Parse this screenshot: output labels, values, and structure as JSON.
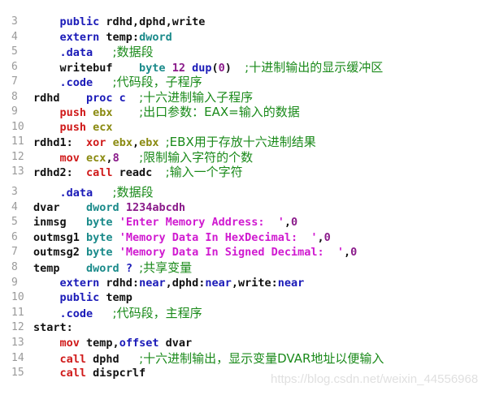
{
  "colors": {
    "keyword_blue": "#1a1ab8",
    "register_olive": "#8a8a10",
    "number_purple": "#8a1a8a",
    "string_magenta": "#d01ad0",
    "type_teal": "#1a8a8a",
    "instr_red": "#d01a1a",
    "comment_green": "#1a8a1a",
    "ident_black": "#111111",
    "line_number_gray": "#9a9a9a"
  },
  "block1": {
    "lines": [
      {
        "n": "3",
        "tokens": [
          [
            "    ",
            "i"
          ],
          [
            "public",
            "k"
          ],
          [
            " rdhd,dphd,write",
            "i"
          ]
        ]
      },
      {
        "n": "4",
        "tokens": [
          [
            "    ",
            "i"
          ],
          [
            "extern",
            "k"
          ],
          [
            " temp:",
            "i"
          ],
          [
            "dword",
            "t"
          ]
        ]
      },
      {
        "n": "5",
        "tokens": [
          [
            "    ",
            "i"
          ],
          [
            ".data",
            "k"
          ],
          [
            "   ",
            "i"
          ],
          [
            ";数据段",
            "c"
          ]
        ]
      },
      {
        "n": "6",
        "tokens": [
          [
            "    writebuf    ",
            "i"
          ],
          [
            "byte",
            "t"
          ],
          [
            " ",
            "i"
          ],
          [
            "12",
            "n"
          ],
          [
            " ",
            "i"
          ],
          [
            "dup",
            "k"
          ],
          [
            "(",
            "i"
          ],
          [
            "0",
            "n"
          ],
          [
            ")  ",
            "i"
          ],
          [
            ";十进制输出的显示缓冲区",
            "c"
          ]
        ]
      },
      {
        "n": "7",
        "tokens": [
          [
            "    ",
            "i"
          ],
          [
            ".code",
            "k"
          ],
          [
            "   ",
            "i"
          ],
          [
            ";代码段，子程序",
            "c"
          ]
        ]
      },
      {
        "n": "8",
        "tokens": [
          [
            "rdhd    ",
            "i"
          ],
          [
            "proc c",
            "k"
          ],
          [
            "  ",
            "i"
          ],
          [
            ";十六进制输入子程序",
            "c"
          ]
        ]
      },
      {
        "n": "9",
        "tokens": [
          [
            "    ",
            "i"
          ],
          [
            "push",
            "r"
          ],
          [
            " ",
            "i"
          ],
          [
            "ebx",
            "g"
          ],
          [
            "    ",
            "i"
          ],
          [
            ";出口参数：EAX=输入的数据",
            "c"
          ]
        ]
      },
      {
        "n": "10",
        "tokens": [
          [
            "    ",
            "i"
          ],
          [
            "push",
            "r"
          ],
          [
            " ",
            "i"
          ],
          [
            "ecx",
            "g"
          ]
        ]
      },
      {
        "n": "11",
        "tokens": [
          [
            "rdhd1:  ",
            "i"
          ],
          [
            "xor",
            "r"
          ],
          [
            " ",
            "i"
          ],
          [
            "ebx",
            "g"
          ],
          [
            ",",
            "i"
          ],
          [
            "ebx",
            "g"
          ],
          [
            " ",
            "i"
          ],
          [
            ";EBX用于存放十六进制结果",
            "c"
          ]
        ]
      },
      {
        "n": "12",
        "tokens": [
          [
            "    ",
            "i"
          ],
          [
            "mov",
            "r"
          ],
          [
            " ",
            "i"
          ],
          [
            "ecx",
            "g"
          ],
          [
            ",",
            "i"
          ],
          [
            "8",
            "n"
          ],
          [
            "   ",
            "i"
          ],
          [
            ";限制输入字符的个数",
            "c"
          ]
        ]
      },
      {
        "n": "13",
        "tokens": [
          [
            "rdhd2:  ",
            "i"
          ],
          [
            "call",
            "r"
          ],
          [
            " readc  ",
            "i"
          ],
          [
            ";输入一个字符",
            "c"
          ]
        ]
      }
    ]
  },
  "block2": {
    "lines": [
      {
        "n": "3",
        "tokens": [
          [
            "    ",
            "i"
          ],
          [
            ".data",
            "k"
          ],
          [
            "   ",
            "i"
          ],
          [
            ";数据段",
            "c"
          ]
        ]
      },
      {
        "n": "4",
        "tokens": [
          [
            "dvar    ",
            "i"
          ],
          [
            "dword",
            "t"
          ],
          [
            " ",
            "i"
          ],
          [
            "1234abcdh",
            "n"
          ]
        ]
      },
      {
        "n": "5",
        "tokens": [
          [
            "inmsg   ",
            "i"
          ],
          [
            "byte",
            "t"
          ],
          [
            " ",
            "i"
          ],
          [
            "'Enter Memory Address:  '",
            "s"
          ],
          [
            ",",
            "i"
          ],
          [
            "0",
            "n"
          ]
        ]
      },
      {
        "n": "6",
        "tokens": [
          [
            "outmsg1 ",
            "i"
          ],
          [
            "byte",
            "t"
          ],
          [
            " ",
            "i"
          ],
          [
            "'Memory Data In HexDecimal:  '",
            "s"
          ],
          [
            ",",
            "i"
          ],
          [
            "0",
            "n"
          ]
        ]
      },
      {
        "n": "7",
        "tokens": [
          [
            "outmsg2 ",
            "i"
          ],
          [
            "byte",
            "t"
          ],
          [
            " ",
            "i"
          ],
          [
            "'Memory Data In Signed Decimal:  '",
            "s"
          ],
          [
            ",",
            "i"
          ],
          [
            "0",
            "n"
          ]
        ]
      },
      {
        "n": "8",
        "tokens": [
          [
            "temp    ",
            "i"
          ],
          [
            "dword",
            "t"
          ],
          [
            " ",
            "i"
          ],
          [
            "?",
            "k"
          ],
          [
            " ",
            "i"
          ],
          [
            ";共享变量",
            "c"
          ]
        ]
      },
      {
        "n": "9",
        "tokens": [
          [
            "    ",
            "i"
          ],
          [
            "extern",
            "k"
          ],
          [
            " rdhd:",
            "i"
          ],
          [
            "near",
            "k"
          ],
          [
            ",dphd:",
            "i"
          ],
          [
            "near",
            "k"
          ],
          [
            ",write:",
            "i"
          ],
          [
            "near",
            "k"
          ]
        ]
      },
      {
        "n": "10",
        "tokens": [
          [
            "    ",
            "i"
          ],
          [
            "public",
            "k"
          ],
          [
            " temp",
            "i"
          ]
        ]
      },
      {
        "n": "11",
        "tokens": [
          [
            "    ",
            "i"
          ],
          [
            ".code",
            "k"
          ],
          [
            "   ",
            "i"
          ],
          [
            ";代码段，主程序",
            "c"
          ]
        ]
      },
      {
        "n": "12",
        "tokens": [
          [
            "start:",
            "i"
          ]
        ]
      },
      {
        "n": "13",
        "tokens": [
          [
            "    ",
            "i"
          ],
          [
            "mov",
            "r"
          ],
          [
            " temp,",
            "i"
          ],
          [
            "offset",
            "k"
          ],
          [
            " dvar",
            "i"
          ]
        ]
      },
      {
        "n": "14",
        "tokens": [
          [
            "    ",
            "i"
          ],
          [
            "call",
            "r"
          ],
          [
            " dphd   ",
            "i"
          ],
          [
            ";十六进制输出，显示变量DVAR地址以便输入",
            "c"
          ]
        ]
      },
      {
        "n": "15",
        "tokens": [
          [
            "    ",
            "i"
          ],
          [
            "call",
            "r"
          ],
          [
            " dispcrlf",
            "i"
          ]
        ]
      }
    ]
  },
  "watermark": "https://blog.csdn.net/weixin_44556968"
}
